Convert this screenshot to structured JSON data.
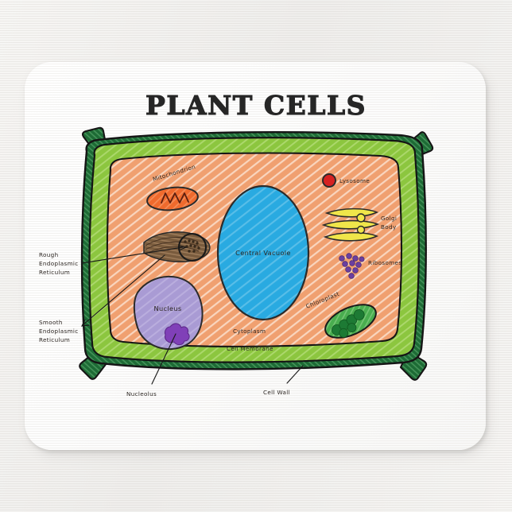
{
  "product": {
    "type": "mouse-pad",
    "surface_color": "#fbfbfa",
    "background_color": "#f2f1ef"
  },
  "poster": {
    "title": "PLANT CELLS",
    "title_color": "#262626"
  },
  "palette": {
    "cell_wall": "#1d6b35",
    "cell_wall_fill": "#2f8a46",
    "cell_membrane": "#8cc63f",
    "cytoplasm": "#f0a070",
    "cytoplasm_hatch": "#ffffff",
    "vacuole": "#29aae1",
    "nucleus": "#a99bd4",
    "nucleolus": "#8040b8",
    "mitochondrion": "#ef6a2d",
    "lysosome": "#d62222",
    "golgi": "#f0e64a",
    "ribosome": "#6b3fa0",
    "chloroplast": "#2f9e42",
    "er": "#7a5c3e",
    "outline": "#1a1a1a"
  },
  "labels": {
    "rough_er": {
      "lines": [
        "Rough",
        "Endoplasmic",
        "Reticulum"
      ]
    },
    "smooth_er": {
      "lines": [
        "Smooth",
        "Endoplasmic",
        "Reticulum"
      ]
    },
    "mitochondrion": "Mitochondrion",
    "nucleus": "Nucleus",
    "nucleolus": "Nucleolus",
    "central_vacuole": "Central Vacuole",
    "cytoplasm": "Cytoplasm",
    "cell_membrane": "Cell Membrane",
    "cell_wall": "Cell Wall",
    "lysosome": "Lysosome",
    "golgi_body": {
      "lines": [
        "Golgi",
        "Body"
      ]
    },
    "ribosomes": "Ribosomes",
    "chloroplast": "Chloroplast"
  }
}
